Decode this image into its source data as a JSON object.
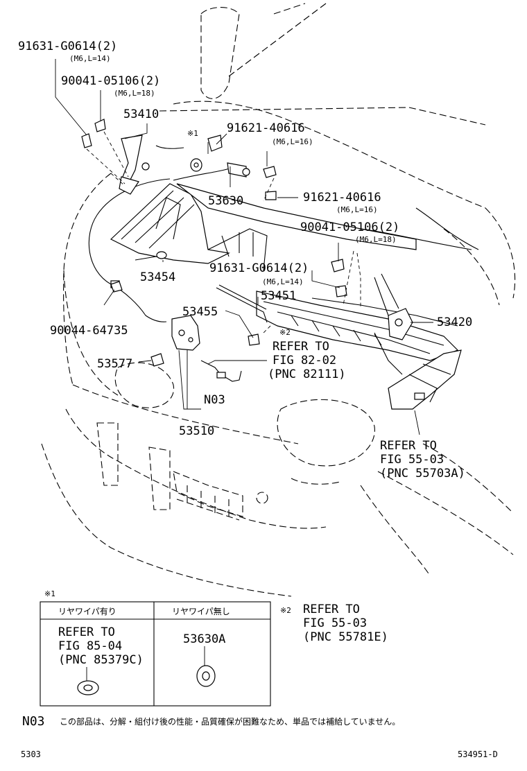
{
  "labels": {
    "p91631_top": "91631-G0614(2)",
    "p91631_top_sub": "(M6,L=14)",
    "p90041_top": "90041-05106(2)",
    "p90041_top_sub": "(M6,L=18)",
    "p53410": "53410",
    "note1_mark": "※1",
    "p91621_a": "91621-40616",
    "p91621_a_sub": "(M6,L=16)",
    "p53630": "53630",
    "p91621_b": "91621-40616",
    "p91621_b_sub": "(M6,L=16)",
    "p90041_mid": "90041-05106(2)",
    "p90041_mid_sub": "(M6,L=18)",
    "p53454": "53454",
    "p91631_mid": "91631-G0614(2)",
    "p91631_mid_sub": "(M6,L=14)",
    "p53451": "53451",
    "p53455": "53455",
    "note2_mark": "※2",
    "p53420": "53420",
    "p90044": "90044-64735",
    "refer_82_1": "REFER TO",
    "refer_82_2": "FIG 82-02",
    "refer_82_3": "(PNC 82111)",
    "p53577": "53577",
    "n03_tag": "N03",
    "p53510": "53510",
    "refer_55a_1": "REFER TO",
    "refer_55a_2": "FIG 55-03",
    "refer_55a_3": "(PNC 55703A)"
  },
  "note1_table": {
    "mark": "※1",
    "col1_header": "リヤワイパ有り",
    "col2_header": "リヤワイパ無し",
    "col1_line1": "REFER TO",
    "col1_line2": "FIG 85-04",
    "col1_line3": "(PNC 85379C)",
    "col2_part": "53630A"
  },
  "note2": {
    "mark": "※2",
    "line1": "REFER TO",
    "line2": "FIG 55-03",
    "line3": "(PNC 55781E)"
  },
  "n03_note": {
    "code": "N03",
    "text": "この部品は、分解・組付け後の性能・品質確保が困難なため、単品では補給していません。"
  },
  "footer": {
    "left": "5303",
    "right": "534951-D"
  }
}
